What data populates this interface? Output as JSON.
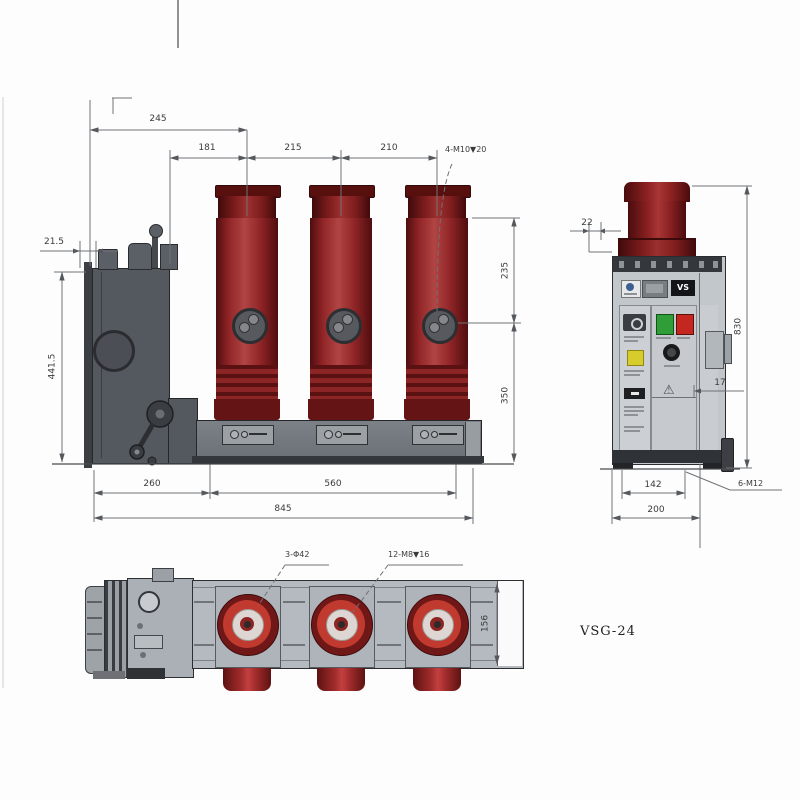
{
  "meta": {
    "model_label": "VSG-24"
  },
  "front_view": {
    "dims": {
      "top_width": "245",
      "pitch_1": "181",
      "pitch_2": "215",
      "pitch_3": "210",
      "left_offset": "21.5",
      "height": "441.5",
      "upper_height": "235",
      "lower_height": "350",
      "base_left": "260",
      "base_right": "560",
      "total_width": "845"
    },
    "callouts": {
      "top_thread": "4-M10▼20"
    }
  },
  "side_view": {
    "dims": {
      "top_offset": "22",
      "total_height": "830",
      "panel_tab": "17",
      "foot_width": "142",
      "depth": "200"
    },
    "callouts": {
      "base_thread": "6-M12"
    },
    "panel": {
      "brand_plate": "VS",
      "warning_icon": "⚠"
    }
  },
  "bottom_view": {
    "dims": {
      "depth": "156"
    },
    "callouts": {
      "holes": "3-Φ42",
      "threads": "12-M8▼16"
    }
  }
}
